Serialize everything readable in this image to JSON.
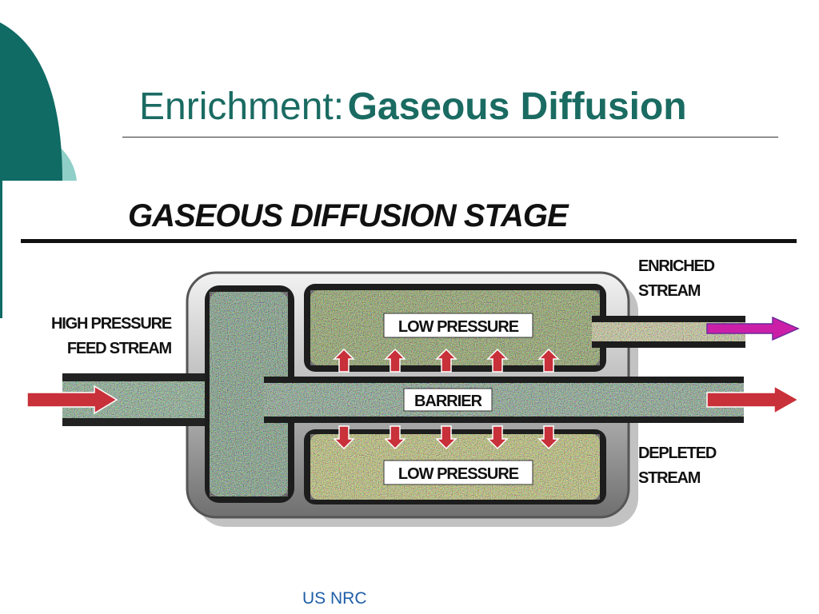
{
  "slide": {
    "title_prefix": "Enrichment:",
    "title_main": "Gaseous Diffusion",
    "footer": "US NRC"
  },
  "figure": {
    "heading": "GASEOUS DIFFUSION STAGE",
    "feed_label_line1": "HIGH PRESSURE",
    "feed_label_line2": "FEED STREAM",
    "enriched_label_line1": "ENRICHED",
    "enriched_label_line2": "STREAM",
    "depleted_label_line1": "DEPLETED",
    "depleted_label_line2": "STREAM",
    "upper_chamber_label": "LOW PRESSURE",
    "lower_chamber_label": "LOW PRESSURE",
    "barrier_label": "BARRIER"
  },
  "colors": {
    "teal": "#1a6b62",
    "light_teal": "#8fcfc8",
    "arrow_red": "#c8303a",
    "arrow_purple": "#cc1fa8"
  }
}
